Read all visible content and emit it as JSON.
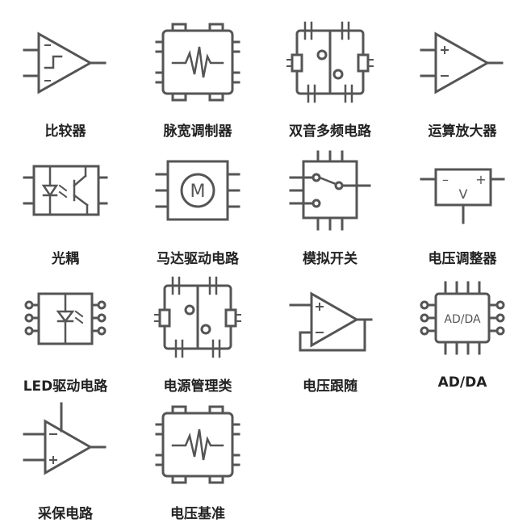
{
  "items": [
    {
      "label": "比较器",
      "icon": "comparator-icon"
    },
    {
      "label": "脉宽调制器",
      "icon": "pwm-icon"
    },
    {
      "label": "双音多频电路",
      "icon": "dtmf-icon"
    },
    {
      "label": "运算放大器",
      "icon": "op-amp-icon"
    },
    {
      "label": "光耦",
      "icon": "optocoupler-icon"
    },
    {
      "label": "马达驱动电路",
      "icon": "motor-driver-icon"
    },
    {
      "label": "模拟开关",
      "icon": "analog-switch-icon"
    },
    {
      "label": "电压调整器",
      "icon": "voltage-regulator-icon"
    },
    {
      "label": "LED驱动电路",
      "icon": "led-driver-icon"
    },
    {
      "label": "电源管理类",
      "icon": "power-management-icon"
    },
    {
      "label": "电压跟随",
      "icon": "voltage-follower-icon"
    },
    {
      "label": "AD/DA",
      "icon": "ad-da-icon"
    },
    {
      "label": "采保电路",
      "icon": "sample-hold-icon"
    },
    {
      "label": "电压基准",
      "icon": "voltage-reference-icon"
    }
  ],
  "glyphs": {
    "motor": "M",
    "regulator_minus": "–",
    "regulator_v": "V",
    "regulator_plus": "+",
    "adda": "AD/DA"
  },
  "colors": {
    "stroke": "#555555",
    "text": "#222222",
    "background": "#ffffff"
  }
}
